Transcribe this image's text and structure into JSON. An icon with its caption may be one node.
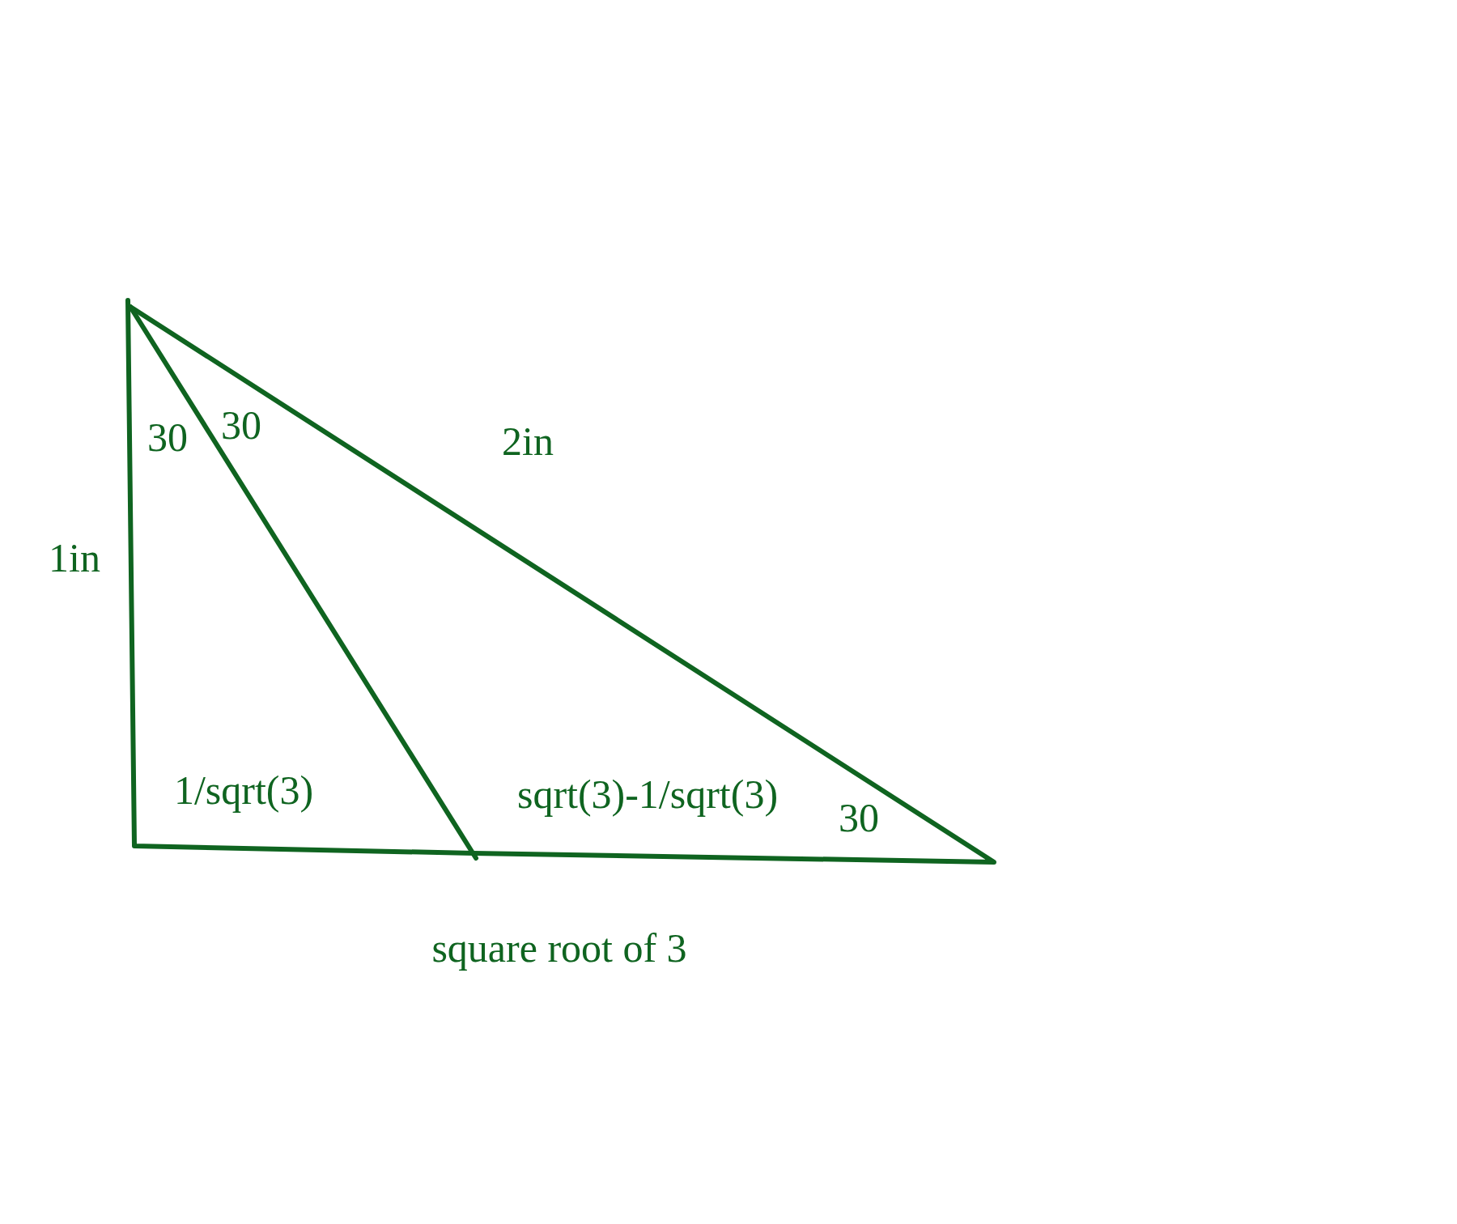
{
  "diagram": {
    "labels": [
      "30",
      "30",
      "2in",
      "1in",
      "1/sqrt(3)",
      "sqrt(3)-1/sqrt(3)",
      "30",
      "square root of 3"
    ]
  }
}
